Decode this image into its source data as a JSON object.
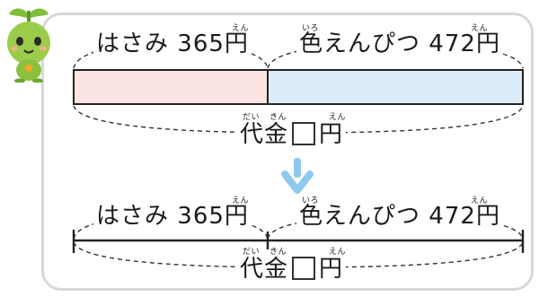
{
  "diagram": {
    "item1": {
      "name": "はさみ",
      "amount": "365",
      "unit": "円",
      "unit_reading": "えん"
    },
    "item2": {
      "prefix_kanji": "色",
      "prefix_reading": "いろ",
      "name_rest": "えんぴつ",
      "amount": "472",
      "unit": "円",
      "unit_reading": "えん"
    },
    "total": {
      "label": "代金",
      "reading_dai": "だい",
      "reading_kin": "きん",
      "unit": "円",
      "unit_reading": "えん"
    },
    "colors": {
      "item1_fill": "#fbe4e2",
      "item2_fill": "#dcecf8",
      "arrow": "#8fc9ee",
      "panel_border": "#d8d8d8"
    }
  }
}
